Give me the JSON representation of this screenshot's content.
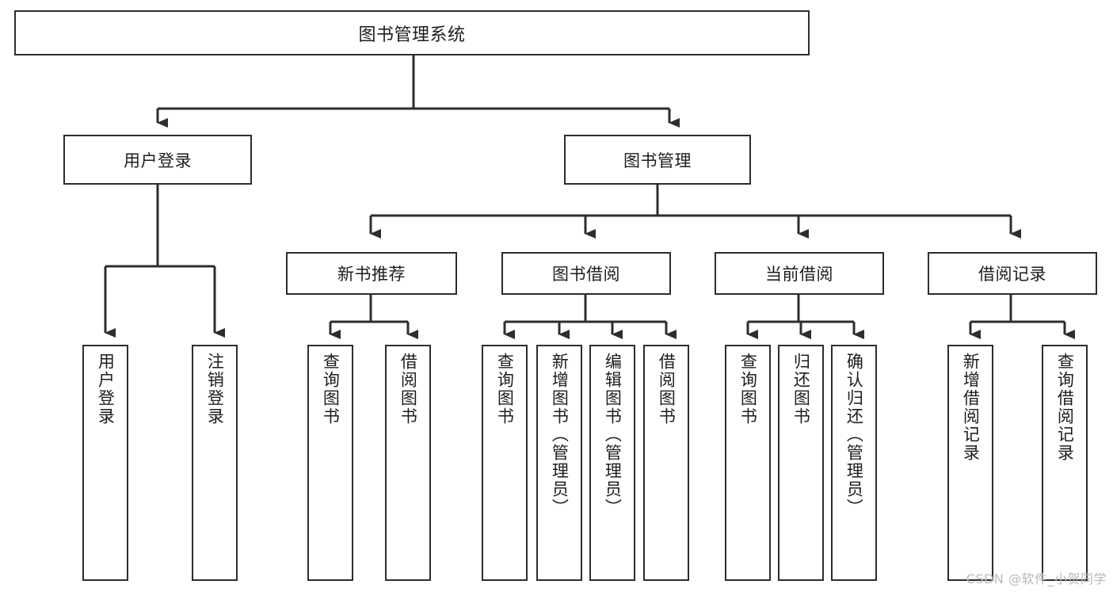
{
  "diagram": {
    "type": "tree",
    "title": "图书管理系统",
    "stroke_color": "#2d2d2d",
    "fill_color": "#ffffff",
    "text_color": "#1d1d1d",
    "nodes": {
      "root": "图书管理系统",
      "level1": [
        "用户登录",
        "图书管理"
      ],
      "level2": [
        "新书推荐",
        "图书借阅",
        "当前借阅",
        "借阅记录"
      ],
      "leaves_user_login": [
        "用户登录",
        "注销登录"
      ],
      "leaves_new_book": [
        "查询图书",
        "借阅图书"
      ],
      "leaves_borrow": [
        "查询图书",
        "新增图书（管理员）",
        "编辑图书（管理员）",
        "借阅图书"
      ],
      "leaves_current": [
        "查询图书",
        "归还图书",
        "确认归还（管理员）"
      ],
      "leaves_record": [
        "新增借阅记录",
        "查询借阅记录"
      ]
    }
  },
  "watermark": {
    "text": "CSDN @软件_小贺同学"
  }
}
